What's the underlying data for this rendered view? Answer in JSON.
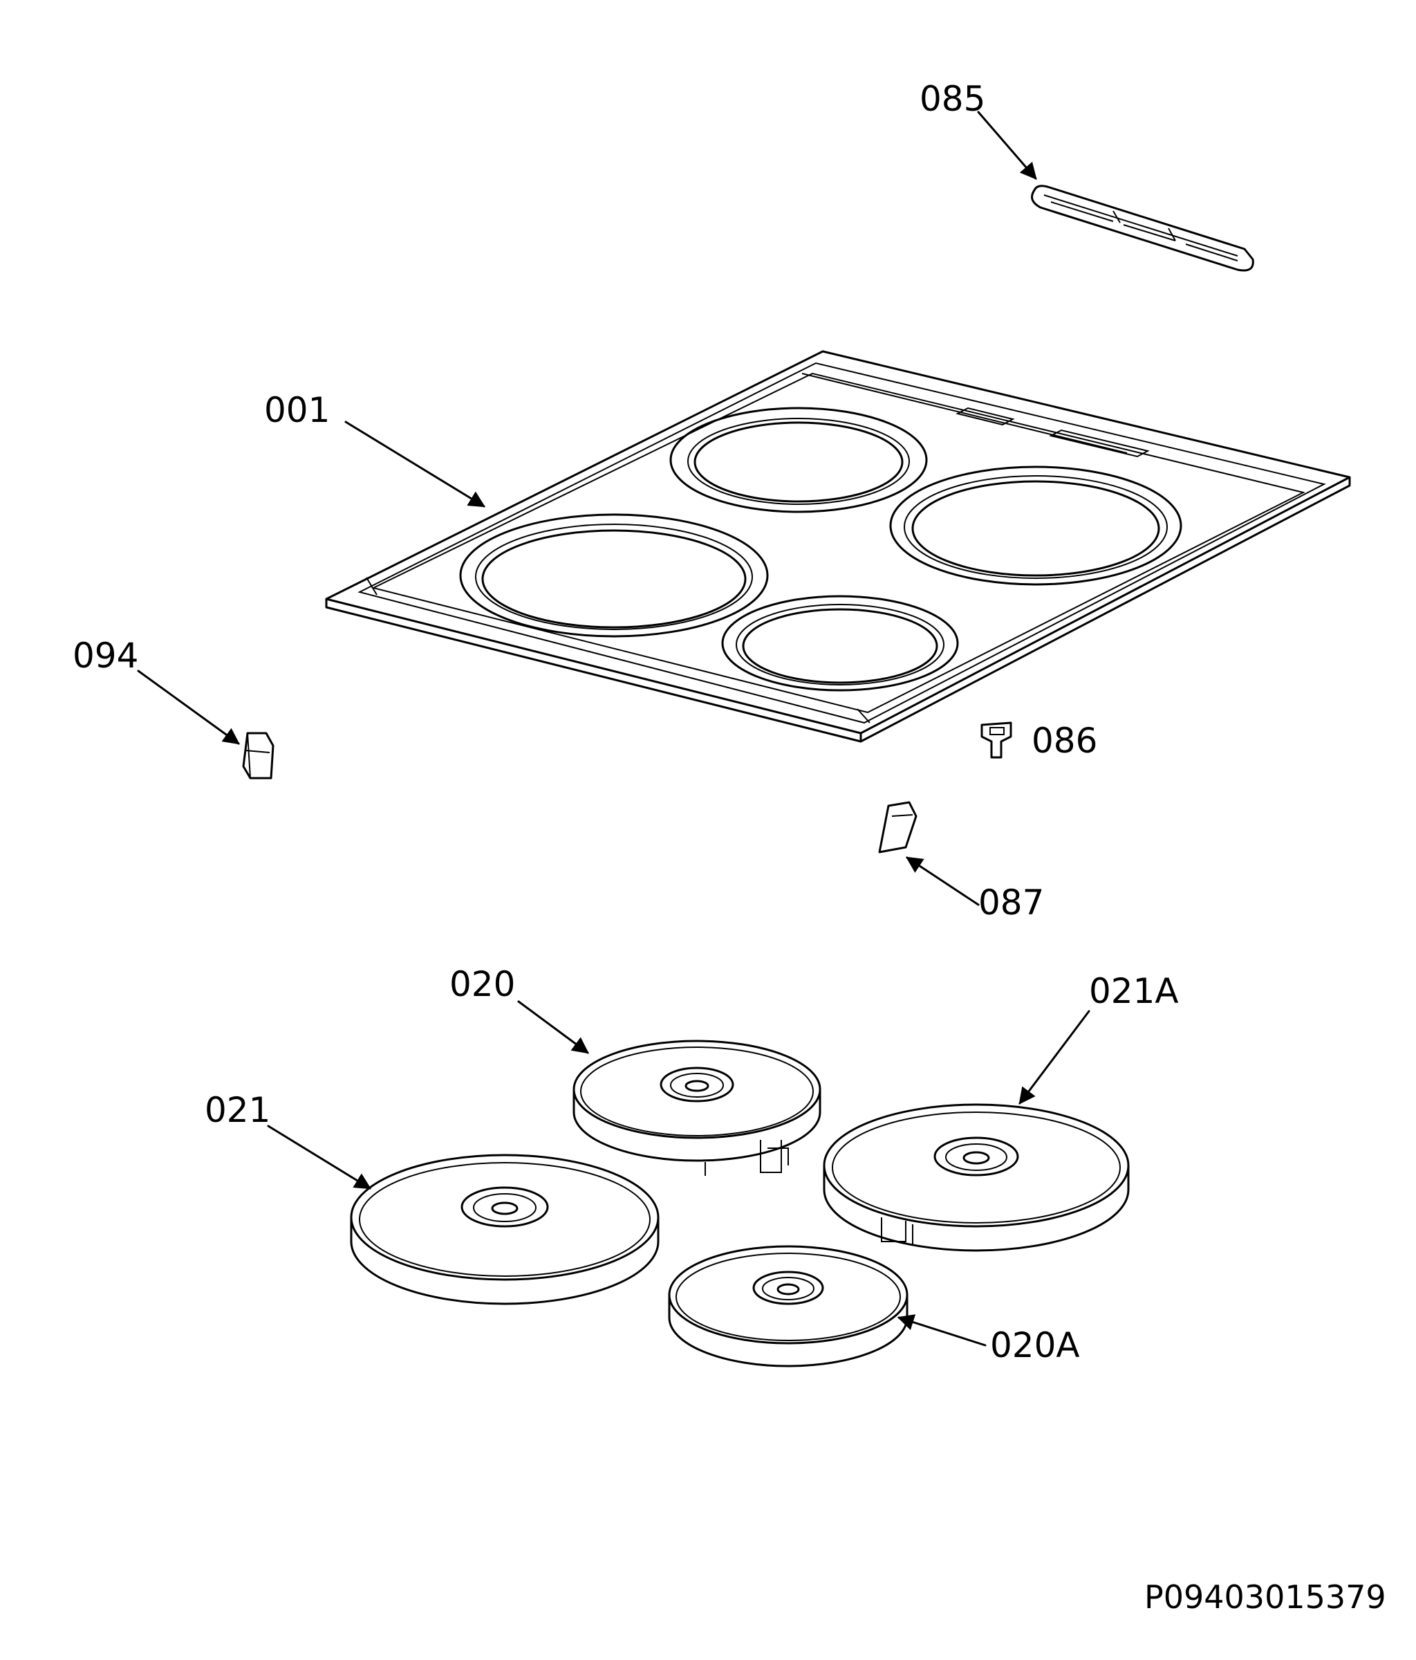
{
  "labels": {
    "p085": "085",
    "p001": "001",
    "p094": "094",
    "p086": "086",
    "p087": "087",
    "p020": "020",
    "p021A": "021A",
    "p021": "021",
    "p020A": "020A"
  },
  "drawing_code": "P09403015379"
}
